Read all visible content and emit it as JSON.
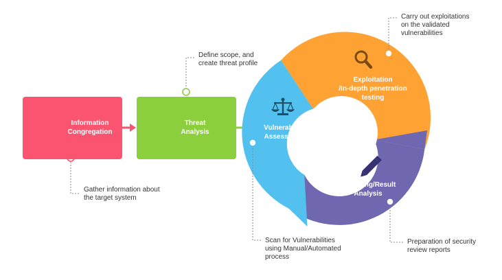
{
  "colors": {
    "information_congregation": "#fb5470",
    "threat_analysis": "#8ccf3c",
    "vulnerability_assessment": "#52c1f0",
    "exploitation": "#fea233",
    "reporting": "#6f68b0",
    "annotation_text": "#333333",
    "dashed_line": "#8a8a8a"
  },
  "stages": {
    "information_congregation": {
      "label": "Information\nCongregation",
      "icon": "clipboard-check-icon"
    },
    "threat_analysis": {
      "label": "Threat\nAnalysis",
      "icon": "exclamation-circle-icon"
    },
    "vulnerability_assessment": {
      "label": "Vulnerability\nAssessment",
      "icon": "balance-scale-icon"
    },
    "exploitation": {
      "label": "Exploitation\n/In-depth penetration\ntesting",
      "icon": "magnifier-icon"
    },
    "reporting": {
      "label": "Reporting/Result\nAnalysis",
      "icon": "pencil-icon"
    }
  },
  "annotations": {
    "information_congregation": "Gather information about\nthe target system",
    "threat_analysis": "Define scope, and\ncreate threat profile",
    "vulnerability_assessment": "Scan for Vulnerabilities\nusing Manual/Automated\nprocess",
    "exploitation": "Carry out exploitations\non the validated\nvulnerabilities",
    "reporting": "Preparation of security\nreview reports"
  }
}
